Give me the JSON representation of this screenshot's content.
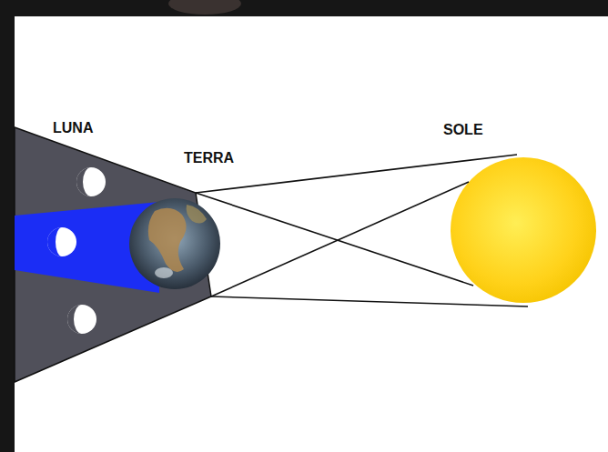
{
  "diagram": {
    "labels": [
      "LUNA",
      "TERRA",
      "SOLE"
    ]
  }
}
